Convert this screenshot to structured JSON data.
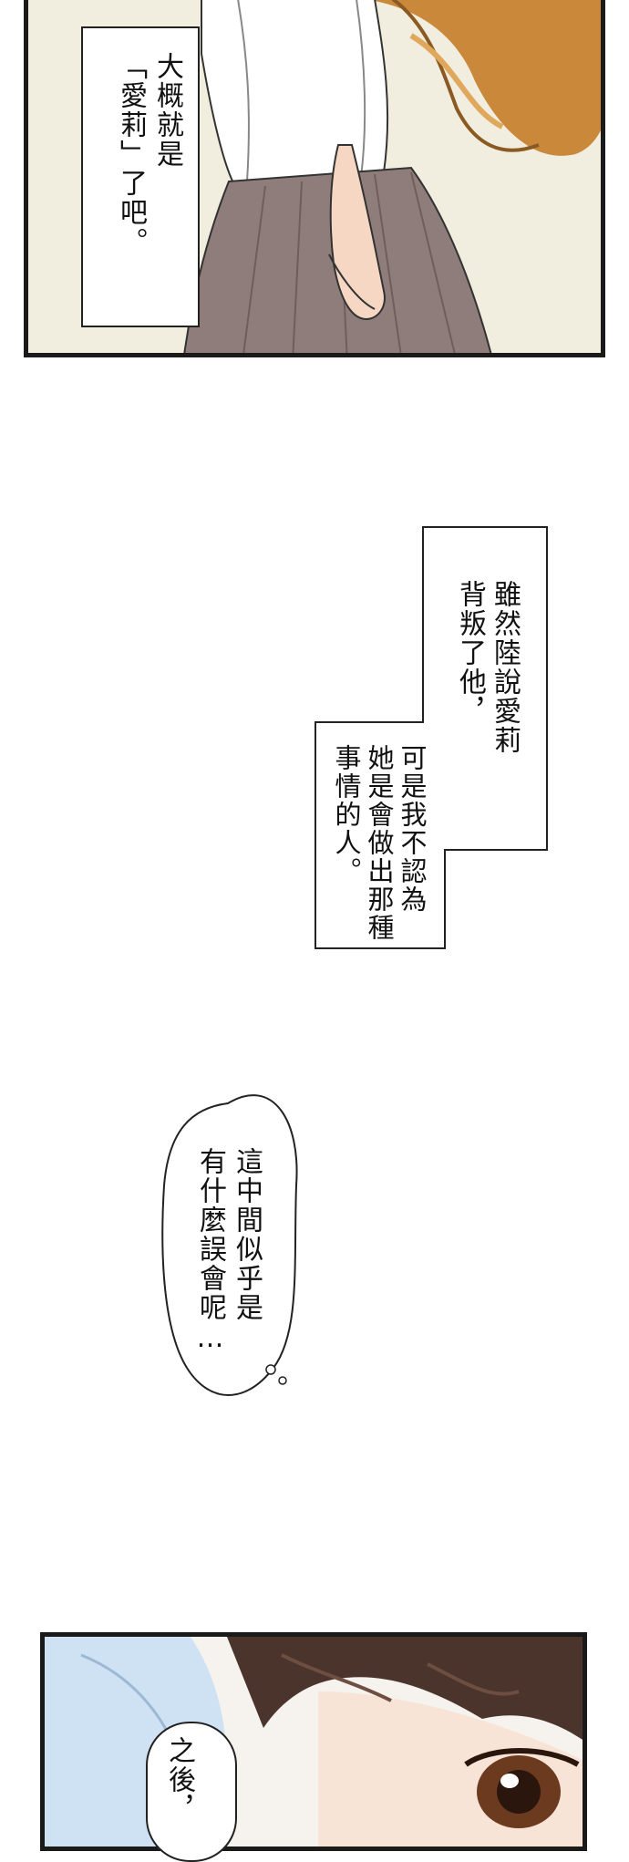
{
  "panel_top": {
    "narration_lines": [
      "大概就是",
      "「愛莉」了吧。"
    ]
  },
  "narration_middle": {
    "col_1": "雖然陸說愛莉",
    "col_2": "背叛了他，",
    "col_3": "可是我不認為",
    "col_4": "她是會做出那種",
    "col_5": "事情的人。"
  },
  "thought_bubble": {
    "col_1": "這中間似乎是",
    "col_2": "有什麼誤會呢…"
  },
  "panel_bottom": {
    "bubble_text": "之後，"
  },
  "colors": {
    "border": "#1a1a1a",
    "hair_orange": "#c9883a",
    "skirt": "#8f7d7b",
    "hair_brown": "#4a342c",
    "pillow": "#cfe2f4"
  }
}
